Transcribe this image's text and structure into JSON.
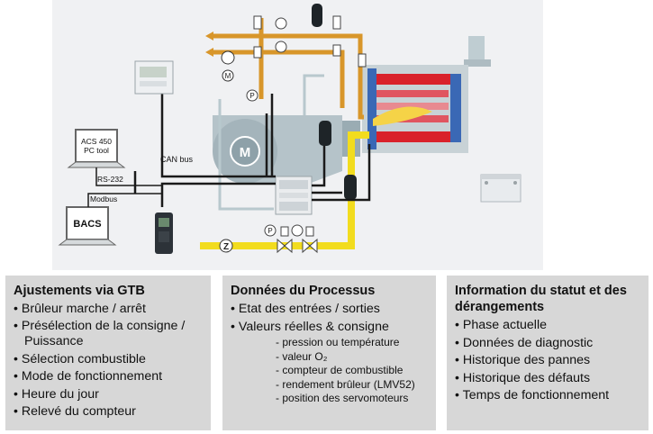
{
  "diagram": {
    "acs_label_line1": "ACS 450",
    "acs_label_line2": "PC tool",
    "rs232_label": "RS-232",
    "modbus_label": "Modbus",
    "bacs_label": "BACS",
    "canbus_label": "CAN bus",
    "motor_symbol": "M",
    "pump_motor_symbol": "M",
    "pressure_symbol": "P",
    "pressure_gas_symbol": "P",
    "meter_symbol": "Z",
    "colors": {
      "oil": "#d8962a",
      "gas": "#f2dc1e",
      "air_pipe": "#a9c3c8",
      "hot": "#d9212a",
      "cold": "#3a68b5"
    }
  },
  "panels": [
    {
      "title": "Ajustements via GTB",
      "items": [
        "Brûleur marche / arrêt",
        "Présélection de la consigne /  Puissance",
        "Sélection combustible",
        "Mode de fonctionnement",
        "Heure du jour",
        "Relevé du compteur"
      ]
    },
    {
      "title": "Données du Processus",
      "items": [
        "Etat des entrées / sorties",
        "Valeurs réelles & consigne"
      ],
      "subitems": [
        "pression ou température",
        "valeur O₂",
        "compteur de combustible",
        "rendement brûleur (LMV52)",
        "position des servomoteurs"
      ]
    },
    {
      "title": "Information du statut et des dérangements",
      "items": [
        "Phase actuelle",
        "Données de diagnostic",
        "Historique des pannes",
        "Historique des défauts",
        "Temps de fonctionnement"
      ]
    }
  ]
}
